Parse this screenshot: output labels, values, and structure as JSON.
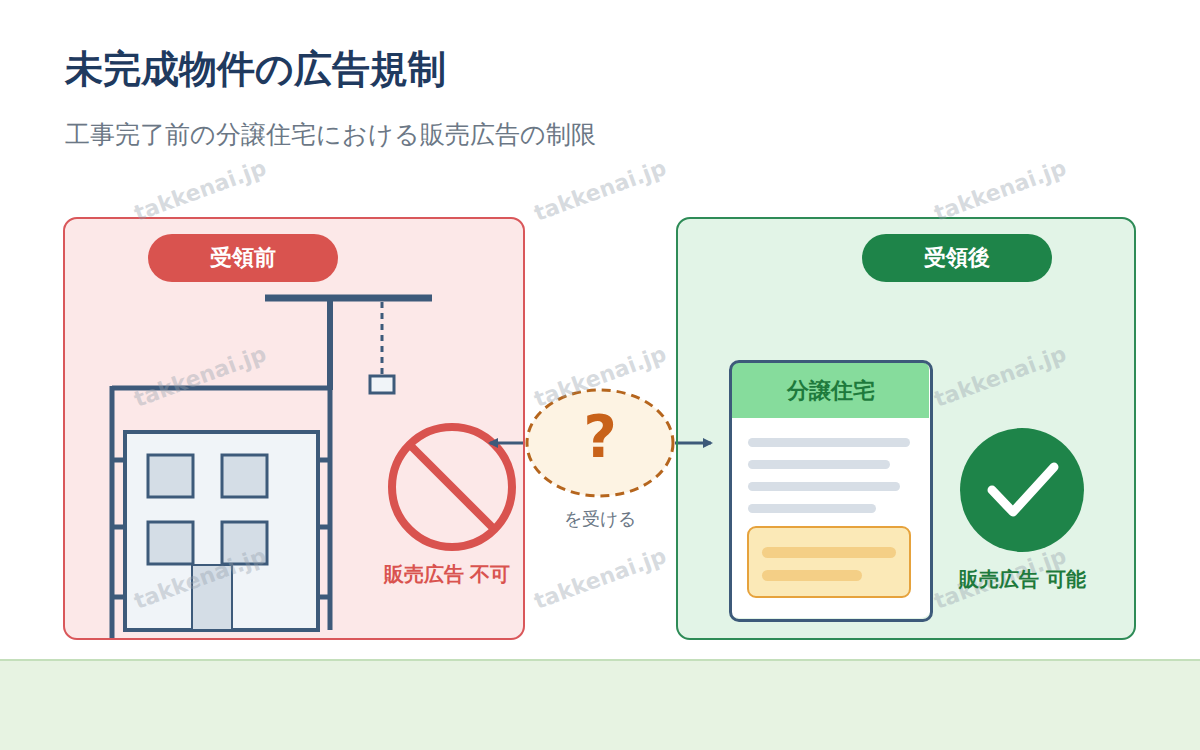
{
  "diagram": {
    "title": "未完成物件の広告規制",
    "caption": "工事完了前の分譲住宅における販売広告の制限",
    "nodes": [
      {
        "text": [
          "販売広告 不可"
        ]
      },
      {
        "text": [
          "受領前"
        ],
        "in": 0
      },
      {
        "text": [
          "?",
          "を受ける"
        ]
      },
      {
        "text": [
          "販売広告 可能"
        ]
      },
      {
        "text": [
          "受領後"
        ],
        "in": 3
      },
      {
        "text": [
          "分譲住宅"
        ],
        "in": 3
      }
    ],
    "edges": [
      {
        "from": 2,
        "to": 0,
        "arrow": "to"
      },
      {
        "from": 2,
        "to": 3,
        "arrow": "to"
      }
    ],
    "labels": [
      "takkenai.jp",
      "takkenai.jp",
      "takkenai.jp",
      "takkenai.jp",
      "takkenai.jp",
      "takkenai.jp",
      "takkenai.jp",
      "takkenai.jp",
      "takkenai.jp"
    ]
  }
}
